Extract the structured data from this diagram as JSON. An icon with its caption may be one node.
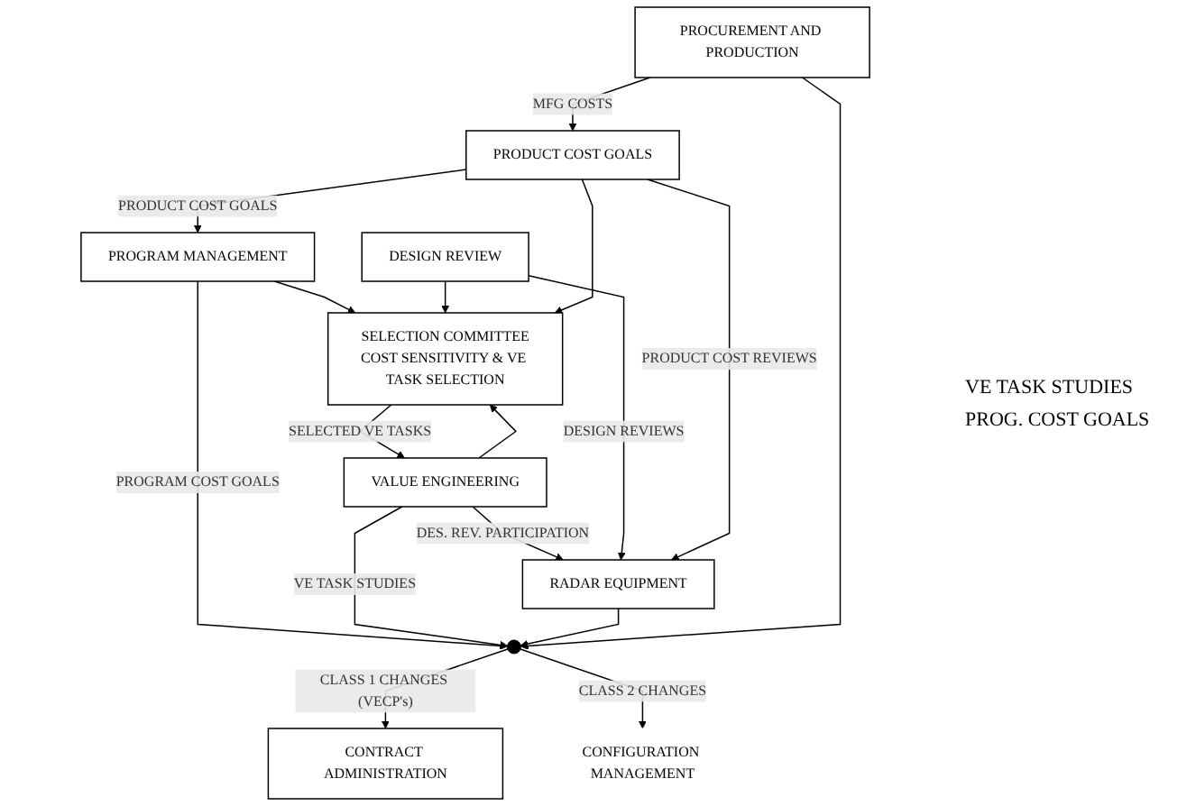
{
  "diagram": {
    "nodes": [
      {
        "text": [
          "PROGRAM MANAGEMENT"
        ]
      },
      {
        "text": [
          "SELECTION COMMITTEE",
          "COST SENSITIVITY & VE TASK SELECTION"
        ]
      },
      {
        "text": [
          "VALUE ENGINEERING"
        ]
      },
      {
        "text": [
          "DESIGN REVIEW"
        ]
      },
      {
        "text": [
          "PRODUCT COST GOALS"
        ]
      },
      {
        "text": [
          "RADAR EQUIPMENT"
        ]
      },
      {
        "text": [
          "PROCUREMENT AND PRODUCTION"
        ]
      },
      {
        "text": [
          "CONTRACT ADMINISTRATION"
        ]
      },
      {
        "text": [
          "CONFIGURATION MANAGEMENT"
        ]
      },
      {
        "text": [],
        "shape": "circle"
      }
    ],
    "edges": [
      {
        "from": 0,
        "to": 9,
        "arrow": "to",
        "label": "PROGRAM COST GOALS"
      },
      {
        "from": 4,
        "to": 0,
        "arrow": "to",
        "label": "PRODUCT COST GOALS"
      },
      {
        "from": 0,
        "to": 1,
        "arrow": "to"
      },
      {
        "from": 1,
        "to": 2,
        "arrow": "to",
        "label": "SELECTED VE TASKS"
      },
      {
        "from": 2,
        "to": 1,
        "arrow": "to"
      },
      {
        "from": 3,
        "to": 1,
        "arrow": "to"
      },
      {
        "from": 4,
        "to": 1,
        "arrow": "to"
      },
      {
        "from": 2,
        "to": 9,
        "arrow": "to",
        "label": "VE TASK STUDIES"
      },
      {
        "from": 2,
        "to": 5,
        "arrow": "to",
        "label": "DES. REV. PARTICIPATION"
      },
      {
        "from": 3,
        "to": 5,
        "arrow": "to",
        "label": "DESIGN REVIEWS"
      },
      {
        "from": 4,
        "to": 5,
        "arrow": "to",
        "label": "PRODUCT COST REVIEWS"
      },
      {
        "from": 6,
        "to": 4,
        "arrow": "to",
        "label": "MFG COSTS"
      },
      {
        "from": 5,
        "to": 9,
        "arrow": "to"
      },
      {
        "from": 6,
        "to": 9,
        "arrow": "to"
      },
      {
        "from": 9,
        "to": 7,
        "arrow": "to",
        "label": "CLASS 1 CHANGES (VECP's)"
      },
      {
        "from": 9,
        "to": 8,
        "arrow": "to",
        "label": "CLASS 2 CHANGES"
      }
    ],
    "labels": [
      "VE TASK STUDIES",
      "PROG. COST GOALS"
    ]
  }
}
